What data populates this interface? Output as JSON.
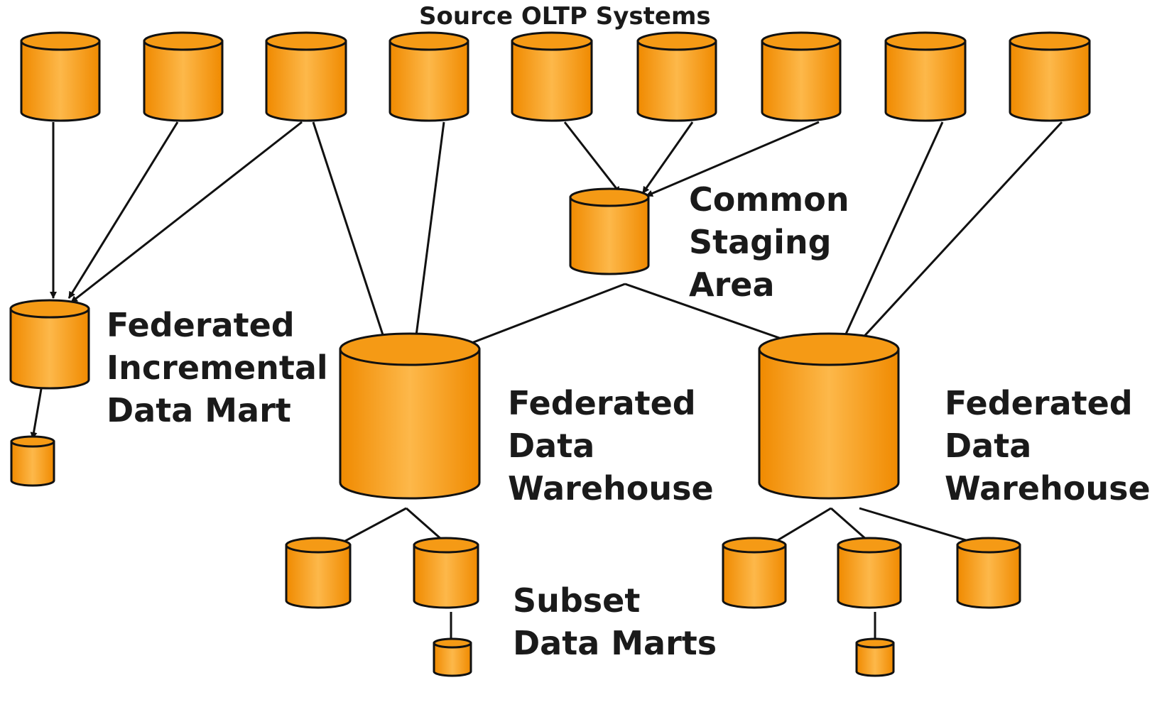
{
  "diagram": {
    "title": "Source OLTP Systems",
    "colors": {
      "body": "#f7a024",
      "body_light": "#fdb84a",
      "body_dark": "#f08a00",
      "top": "#f59a15",
      "outline": "#111111",
      "background": "#ffffff"
    },
    "labels": {
      "staging": [
        "Common",
        "Staging",
        "Area"
      ],
      "incremental": [
        "Federated",
        "Incremental",
        "Data Mart"
      ],
      "warehouse_left": [
        "Federated",
        "Data",
        "Warehouse"
      ],
      "warehouse_right": [
        "Federated",
        "Data",
        "Warehouse"
      ],
      "subset": [
        "Subset",
        "Data Marts"
      ]
    },
    "nodes": [
      {
        "id": "src1",
        "icon": "database-icon"
      },
      {
        "id": "src2",
        "icon": "database-icon"
      },
      {
        "id": "src3",
        "icon": "database-icon"
      },
      {
        "id": "src4",
        "icon": "database-icon"
      },
      {
        "id": "src5",
        "icon": "database-icon"
      },
      {
        "id": "src6",
        "icon": "database-icon"
      },
      {
        "id": "src7",
        "icon": "database-icon"
      },
      {
        "id": "src8",
        "icon": "database-icon"
      },
      {
        "id": "src9",
        "icon": "database-icon"
      },
      {
        "id": "staging",
        "icon": "database-icon"
      },
      {
        "id": "incremental-mart",
        "icon": "database-icon"
      },
      {
        "id": "incremental-sub",
        "icon": "database-icon"
      },
      {
        "id": "warehouse-left",
        "icon": "database-icon"
      },
      {
        "id": "warehouse-right",
        "icon": "database-icon"
      },
      {
        "id": "mart-l1",
        "icon": "database-icon"
      },
      {
        "id": "mart-l2",
        "icon": "database-icon"
      },
      {
        "id": "mart-l2-sub",
        "icon": "database-icon"
      },
      {
        "id": "mart-r1",
        "icon": "database-icon"
      },
      {
        "id": "mart-r2",
        "icon": "database-icon"
      },
      {
        "id": "mart-r2-sub",
        "icon": "database-icon"
      },
      {
        "id": "mart-r3",
        "icon": "database-icon"
      }
    ],
    "edges": [
      {
        "from": "src1",
        "to": "incremental-mart"
      },
      {
        "from": "src2",
        "to": "incremental-mart"
      },
      {
        "from": "src3",
        "to": "incremental-mart"
      },
      {
        "from": "src3",
        "to": "warehouse-left"
      },
      {
        "from": "src4",
        "to": "warehouse-left"
      },
      {
        "from": "src5",
        "to": "staging"
      },
      {
        "from": "src6",
        "to": "staging"
      },
      {
        "from": "src7",
        "to": "staging"
      },
      {
        "from": "src8",
        "to": "warehouse-right"
      },
      {
        "from": "src9",
        "to": "warehouse-right"
      },
      {
        "from": "staging",
        "to": "warehouse-left"
      },
      {
        "from": "staging",
        "to": "warehouse-right"
      },
      {
        "from": "incremental-mart",
        "to": "incremental-sub"
      },
      {
        "from": "warehouse-left",
        "to": "mart-l1"
      },
      {
        "from": "warehouse-left",
        "to": "mart-l2"
      },
      {
        "from": "mart-l2",
        "to": "mart-l2-sub"
      },
      {
        "from": "warehouse-right",
        "to": "mart-r1"
      },
      {
        "from": "warehouse-right",
        "to": "mart-r2"
      },
      {
        "from": "warehouse-right",
        "to": "mart-r3"
      },
      {
        "from": "mart-r2",
        "to": "mart-r2-sub"
      }
    ]
  }
}
